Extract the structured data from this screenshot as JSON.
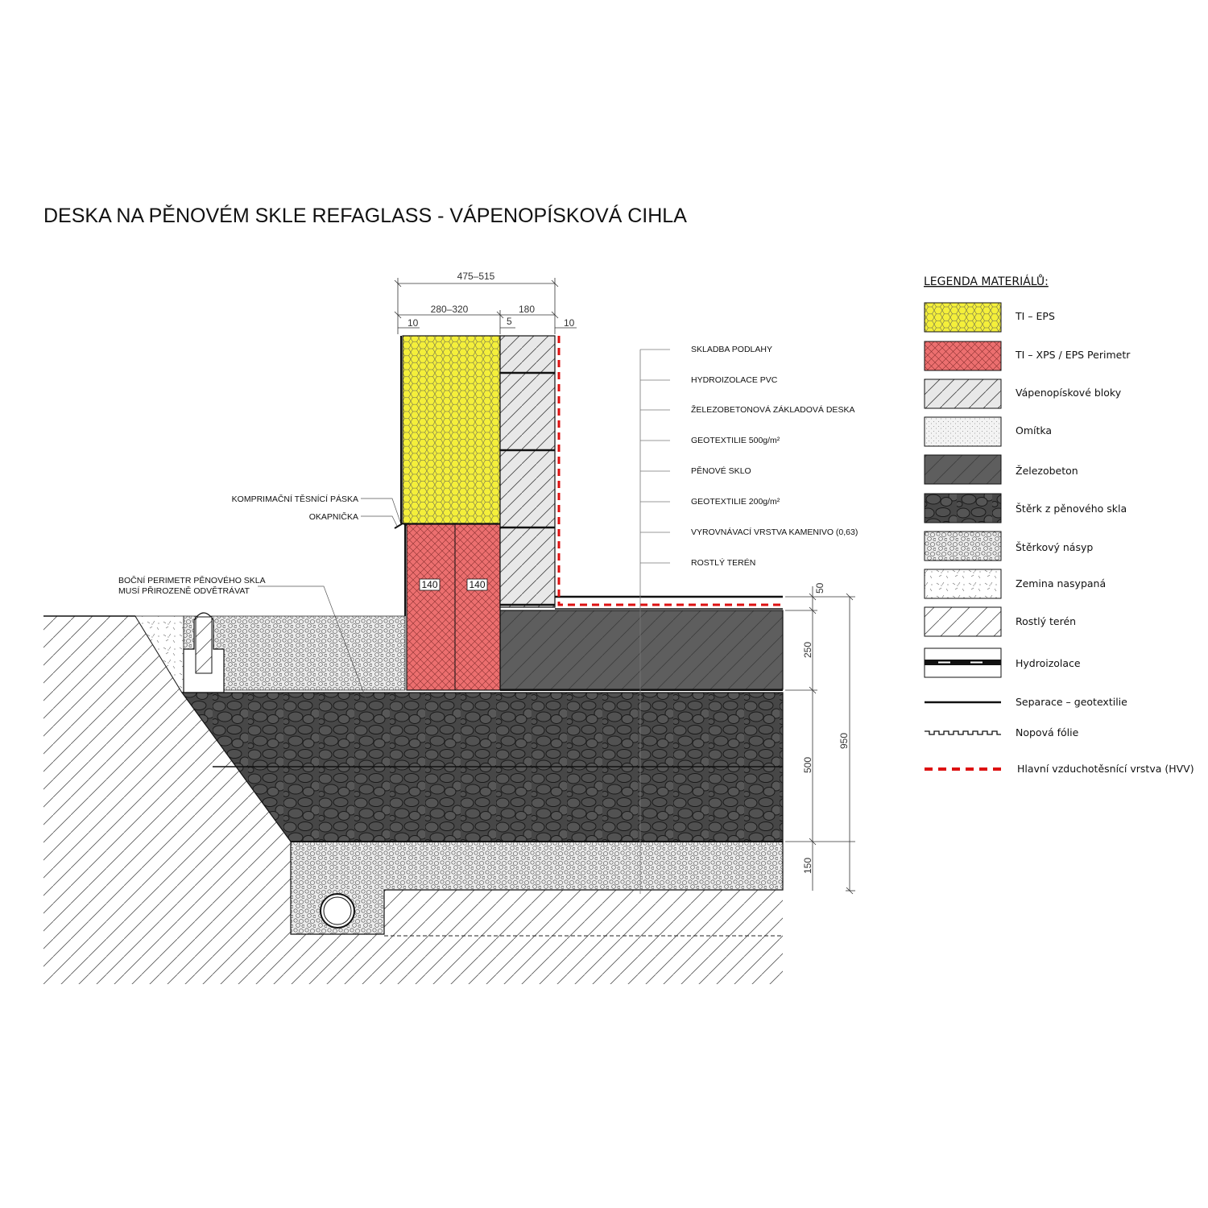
{
  "title": "DESKA NA PĚNOVÉM SKLE REFAGLASS - VÁPENOPÍSKOVÁ CIHLA",
  "dimensions": {
    "total_width": "475–515",
    "insulation_width": "280–320",
    "block_width": "180",
    "gap_left": "10",
    "gap_mid": "5",
    "gap_right": "10",
    "xps_left": "140",
    "xps_right": "140",
    "top_offset": "50",
    "slab": "250",
    "foam_glass": "500",
    "gravel": "150",
    "total_depth": "950"
  },
  "layers": [
    "SKLADBA PODLAHY",
    "HYDROIZOLACE PVC",
    "ŽELEZOBETONOVÁ ZÁKLADOVÁ DESKA",
    "GEOTEXTILIE 500g/m²",
    "PĚNOVÉ SKLO",
    "GEOTEXTILIE 200g/m²",
    "VYROVNÁVACÍ VRSTVA KAMENIVO (0,63)",
    "ROSTLÝ TERÉN"
  ],
  "notes": {
    "compression_tape": "KOMPRIMAČNÍ TĚSNÍCÍ PÁSKA",
    "drip_edge": "OKAPNIČKA",
    "side_perimeter_1": "BOČNÍ PERIMETR PĚNOVÉHO SKLA",
    "side_perimeter_2": "MUSÍ PŘIROZENĚ ODVĚTRÁVAT"
  },
  "legend": {
    "title": "LEGENDA MATERIÁLŮ:",
    "items": [
      "TI – EPS",
      "TI – XPS / EPS Perimetr",
      "Vápenopískové bloky",
      "Omítka",
      "Železobeton",
      "Štěrk z pěnového skla",
      "Štěrkový násyp",
      "Zemina nasypaná",
      "Rostlý terén",
      "Hydroizolace",
      "Separace – geotextilie",
      "Nopová fólie",
      "Hlavní vzduchotěsnící vrstva (HVV)"
    ]
  },
  "colors": {
    "eps": "#f4ef3a",
    "xps": "#ec6f6f",
    "concrete": "#5e5e5e",
    "foam_glass": "#4a4a4a",
    "hvv": "#dd1111"
  }
}
